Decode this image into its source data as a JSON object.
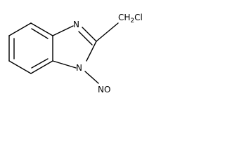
{
  "structure": {
    "atoms": {
      "ring_n_top": "N",
      "ring_n_bottom": "N",
      "chloromethyl": "CH2Cl",
      "chloromethyl_parts": {
        "c": "C",
        "h": "H",
        "sub2": "2",
        "cl": "Cl"
      },
      "nitroso_n": "N",
      "nitroso_o": "O"
    }
  },
  "colors": {
    "line": "#000000",
    "background": "#ffffff"
  }
}
